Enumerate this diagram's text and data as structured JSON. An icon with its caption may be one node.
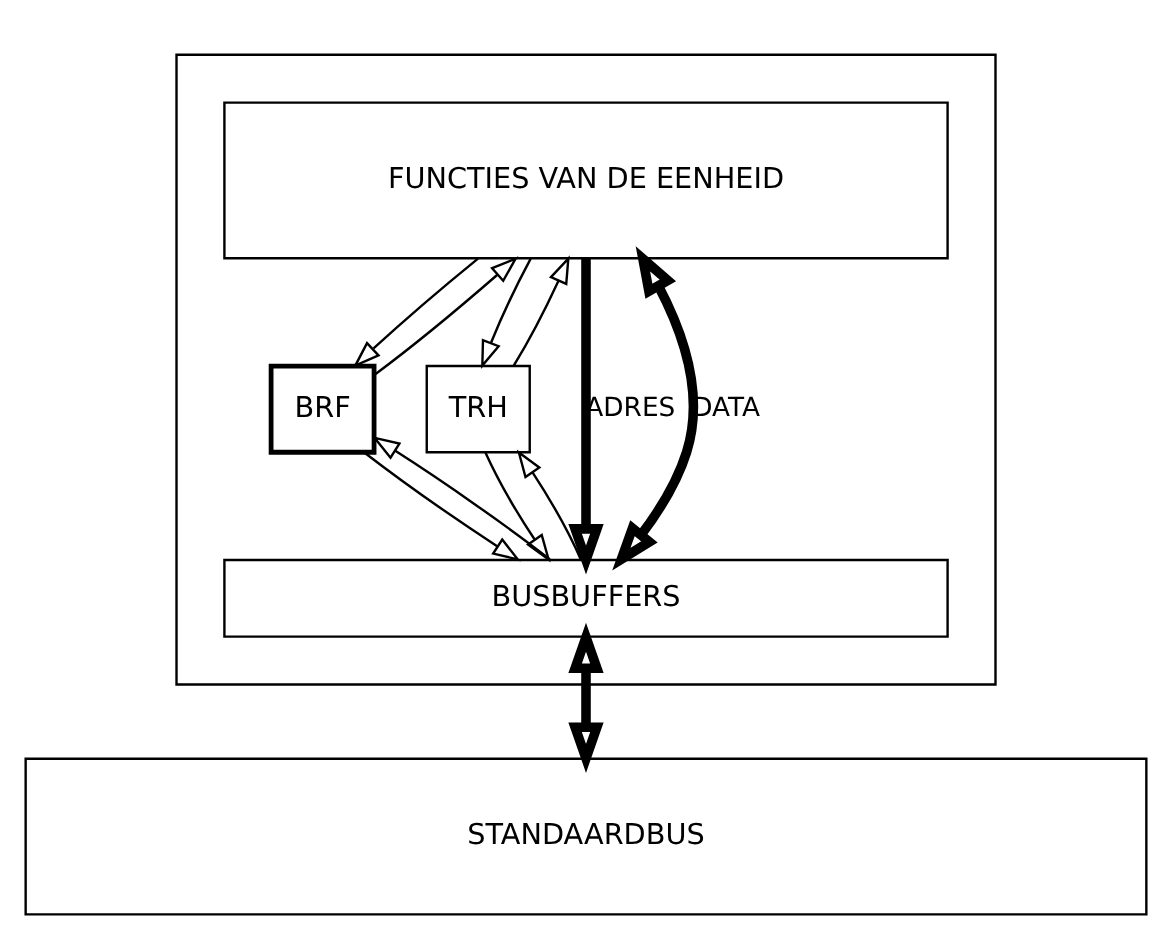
{
  "diagram": {
    "nodes": [
      {
        "text": [],
        "shape": "box"
      },
      {
        "text": [
          "FUNCTIES VAN DE EENHEID"
        ],
        "in": 0
      },
      {
        "text": [
          "BRF"
        ],
        "in": 0
      },
      {
        "text": [
          "TRH"
        ],
        "in": 0
      },
      {
        "text": [
          "BUSBUFFERS"
        ],
        "in": 0
      },
      {
        "text": [
          "STANDAARDBUS"
        ]
      }
    ],
    "edges": [
      {
        "from": 2,
        "to": 1,
        "arrow": "to"
      },
      {
        "from": 1,
        "to": 2,
        "arrow": "to"
      },
      {
        "from": 3,
        "to": 1,
        "arrow": "to"
      },
      {
        "from": 1,
        "to": 3,
        "arrow": "to"
      },
      {
        "from": 1,
        "to": 4,
        "arrow": "to",
        "label": "ADRES",
        "style": "thick"
      },
      {
        "from": 1,
        "to": 4,
        "arrow": "both",
        "label": "DATA",
        "style": "thick"
      },
      {
        "from": 4,
        "to": 2,
        "arrow": "to"
      },
      {
        "from": 2,
        "to": 4,
        "arrow": "to"
      },
      {
        "from": 4,
        "to": 3,
        "arrow": "to"
      },
      {
        "from": 3,
        "to": 4,
        "arrow": "to"
      },
      {
        "from": 4,
        "to": 5,
        "arrow": "both",
        "style": "thick"
      }
    ]
  }
}
